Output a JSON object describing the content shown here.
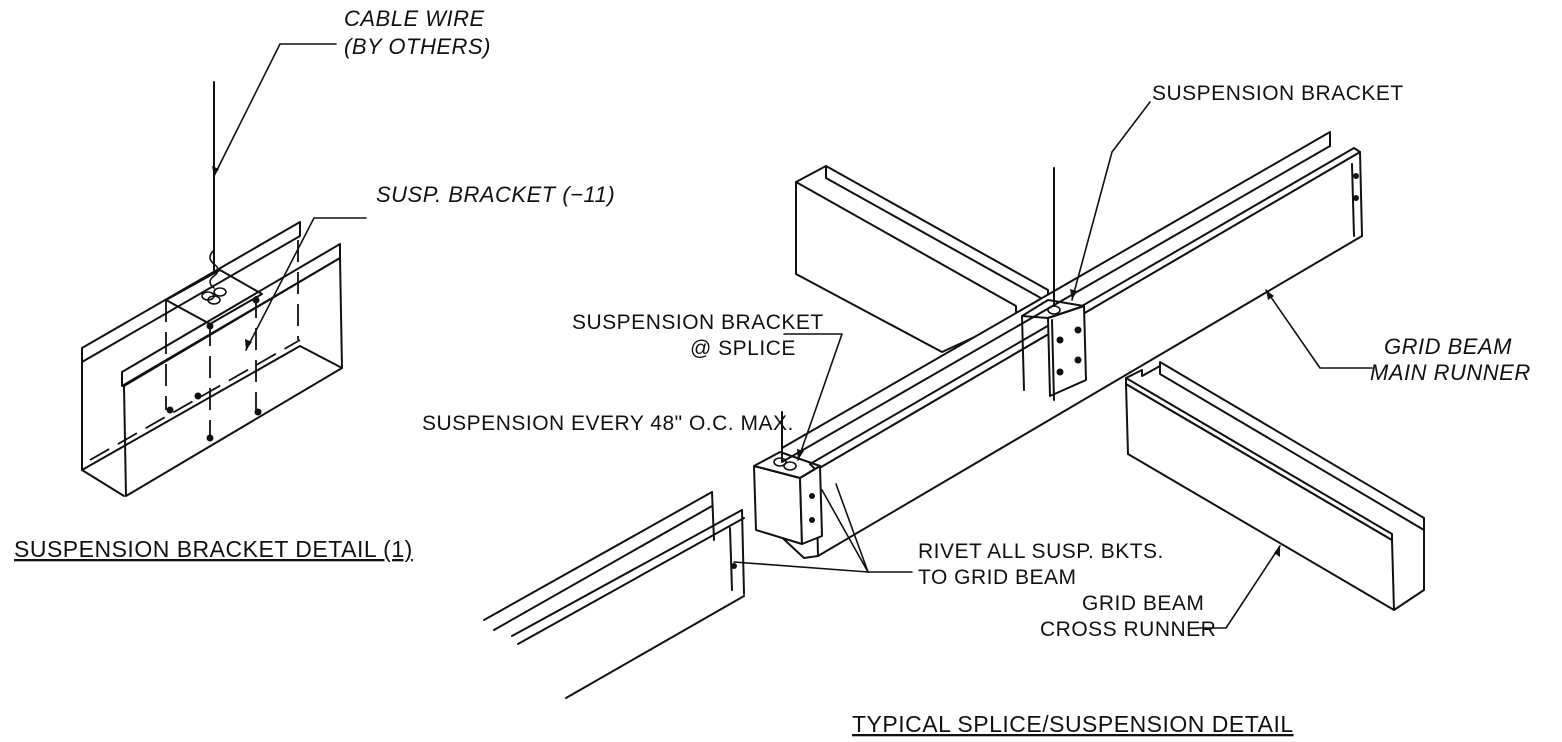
{
  "left_detail": {
    "cable_wire_line1": "CABLE WIRE",
    "cable_wire_line2": "(BY OTHERS)",
    "susp_bracket": "SUSP. BRACKET (−11)",
    "title": "SUSPENSION BRACKET DETAIL (1)"
  },
  "right_detail": {
    "suspension_bracket": "SUSPENSION BRACKET",
    "bracket_at_splice_line1": "SUSPENSION BRACKET",
    "bracket_at_splice_line2": "@ SPLICE",
    "suspension_every": "SUSPENSION EVERY 48\" O.C. MAX.",
    "main_runner_line1": "GRID BEAM",
    "main_runner_line2": "MAIN RUNNER",
    "rivet_line1": "RIVET ALL SUSP. BKTS.",
    "rivet_line2": "TO GRID BEAM",
    "cross_runner_line1": "GRID BEAM",
    "cross_runner_line2": "CROSS RUNNER",
    "title": "TYPICAL SPLICE/SUSPENSION DETAIL"
  }
}
